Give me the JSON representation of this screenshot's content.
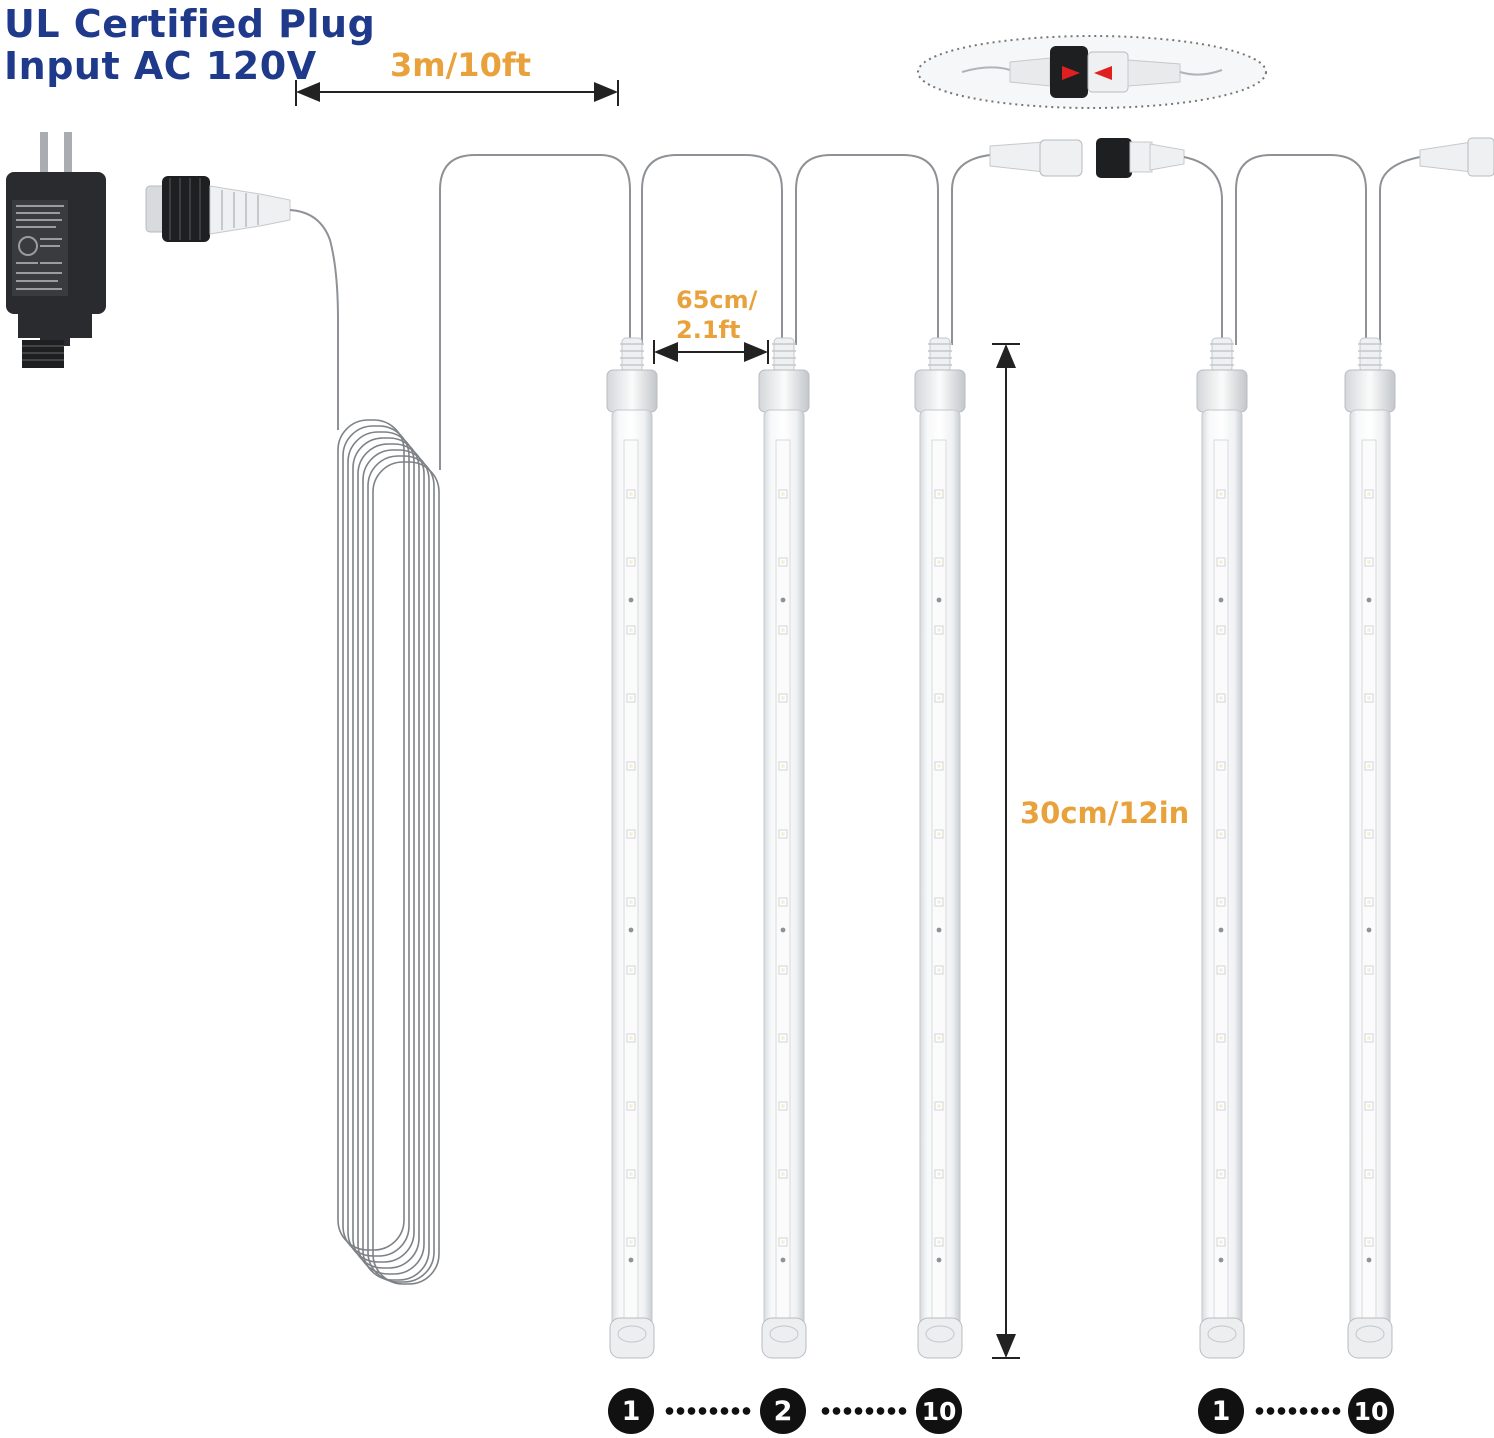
{
  "heading": {
    "line1": "UL Certified Plug",
    "line2": "Input AC 120V"
  },
  "dimensions": {
    "lead_cable": "3m/10ft",
    "spacing_line1": "65cm/",
    "spacing_line2": "2.1ft",
    "tube_length": "30cm/12in"
  },
  "sets": [
    {
      "badges": [
        "1",
        "2",
        "10"
      ]
    },
    {
      "badges": [
        "1",
        "10"
      ]
    }
  ],
  "colors": {
    "title": "#1f3a8a",
    "dimension": "#e9a23b",
    "connector_arrow": "#e02020"
  },
  "icons": [
    "power-adapter-icon",
    "waterproof-connector-icon",
    "led-meteor-tube-icon",
    "coiled-cable-icon"
  ]
}
